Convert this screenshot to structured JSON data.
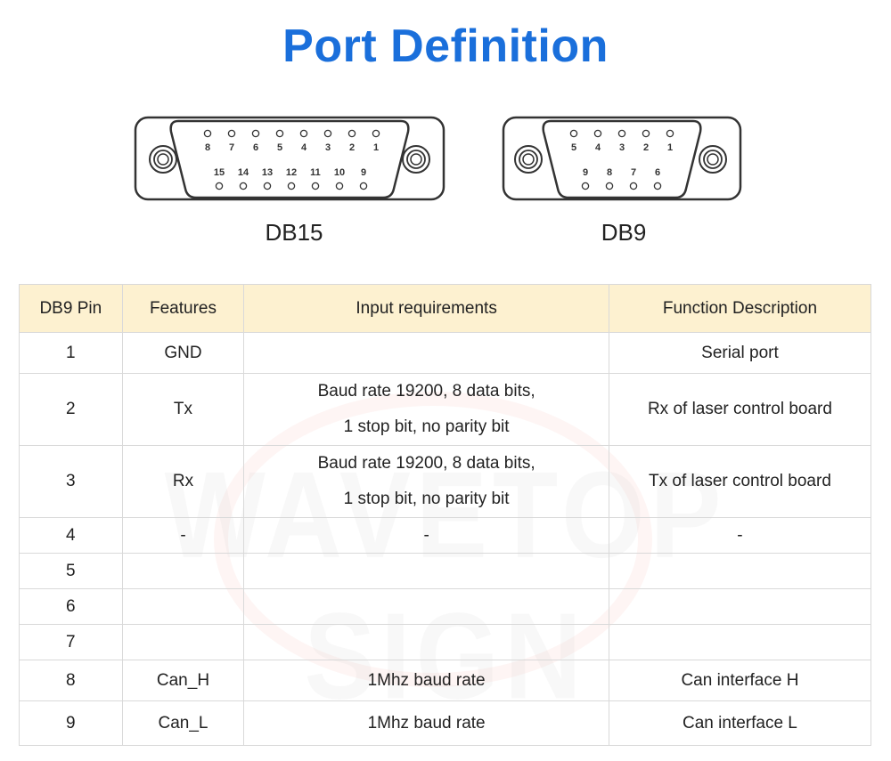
{
  "title": "Port Definition",
  "connectors": {
    "db15": {
      "label": "DB15",
      "top_pins": [
        "8",
        "7",
        "6",
        "5",
        "4",
        "3",
        "2",
        "1"
      ],
      "bottom_pins": [
        "15",
        "14",
        "13",
        "12",
        "11",
        "10",
        "9"
      ]
    },
    "db9": {
      "label": "DB9",
      "top_pins": [
        "5",
        "4",
        "3",
        "2",
        "1"
      ],
      "bottom_pins": [
        "9",
        "8",
        "7",
        "6"
      ]
    }
  },
  "watermark": "WAVETOP SIGN",
  "table": {
    "headers": [
      "DB9 Pin",
      "Features",
      "Input requirements",
      "Function Description"
    ],
    "rows": [
      {
        "pin": "1",
        "feature": "GND",
        "input": [
          ""
        ],
        "function": "Serial port"
      },
      {
        "pin": "2",
        "feature": "Tx",
        "input": [
          "Baud rate 19200, 8 data bits,",
          "1 stop bit, no parity bit"
        ],
        "function": "Rx of laser control board"
      },
      {
        "pin": "3",
        "feature": "Rx",
        "input": [
          "Baud rate 19200, 8 data bits,",
          "1 stop bit, no parity bit"
        ],
        "function": "Tx of laser control board"
      },
      {
        "pin": "4",
        "feature": "-",
        "input": [
          "-"
        ],
        "function": "-"
      },
      {
        "pin": "5",
        "feature": "",
        "input": [
          ""
        ],
        "function": ""
      },
      {
        "pin": "6",
        "feature": "",
        "input": [
          ""
        ],
        "function": ""
      },
      {
        "pin": "7",
        "feature": "",
        "input": [
          ""
        ],
        "function": ""
      },
      {
        "pin": "8",
        "feature": "Can_H",
        "input": [
          "1Mhz baud rate"
        ],
        "function": "Can interface H"
      },
      {
        "pin": "9",
        "feature": "Can_L",
        "input": [
          "1Mhz baud rate"
        ],
        "function": "Can interface L"
      }
    ]
  },
  "colors": {
    "title": "#1a6fdb",
    "header_bg": "#fdf1d0",
    "border": "#d9d9d9"
  }
}
